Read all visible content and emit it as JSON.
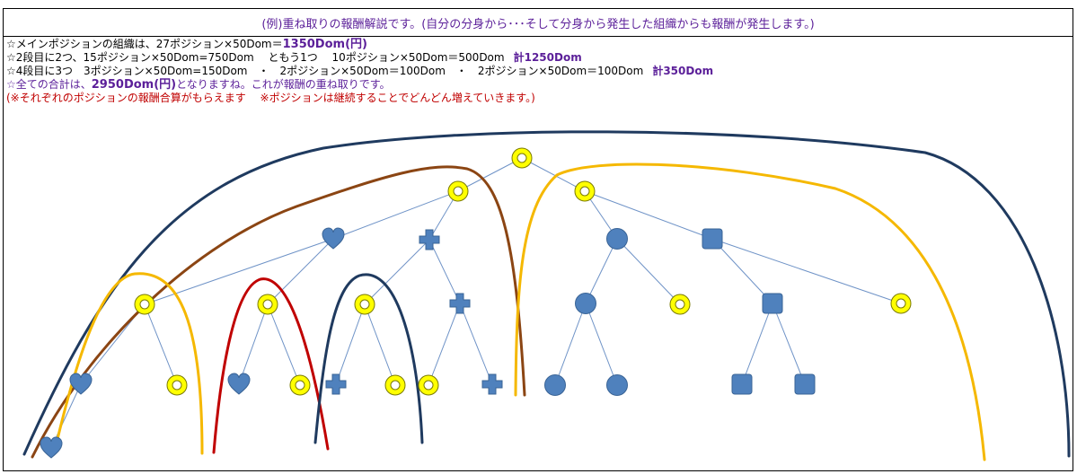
{
  "header": {
    "text": "(例)重ね取りの報酬解説です。(自分の分身から･･･そして分身から発生した組織からも報酬が発生します。)"
  },
  "lines": {
    "l1_prefix": "☆メインポジションの組織は、27ポジション×50Dom＝",
    "l1_total": "1350Dom(円)",
    "l2_text": "☆2段目に2つ、15ポジション×50Dom=750Dom　 ともう1つ　 10ポジション×50Dom＝500Dom",
    "l2_total": "計1250Dom",
    "l3_text": "☆4段目に3つ　3ポジション×50Dom=150Dom　・　2ポジション×50Dom＝100Dom　・　2ポジション×50Dom＝100Dom",
    "l3_total": "計350Dom",
    "l4_prefix": "☆全ての合計は、",
    "l4_total": "2950Dom(円)",
    "l4_suffix": "となりますね。これが報酬の重ね取りです。",
    "l5_text": "(※それぞれのポジションの報酬合算がもらえます　 ※ポジションは継続することでどんどん増えていきます。)"
  },
  "colors": {
    "node_fill": "#4f81bd",
    "node_stroke": "#3a6496",
    "ring_fill": "#ffff00",
    "edge": "#6f93c7",
    "arc_navy": "#1f3a5f",
    "arc_brown": "#8b4513",
    "arc_gold": "#f5b800",
    "arc_red": "#c00000"
  },
  "diagram": {
    "nodes": [
      {
        "id": "n0",
        "shape": "ring"
      },
      {
        "id": "n1",
        "shape": "ring"
      },
      {
        "id": "n2",
        "shape": "ring"
      },
      {
        "id": "n3",
        "shape": "heart"
      },
      {
        "id": "n4",
        "shape": "cross"
      },
      {
        "id": "n5",
        "shape": "circle"
      },
      {
        "id": "n6",
        "shape": "square"
      },
      {
        "id": "n7",
        "shape": "ring"
      },
      {
        "id": "n8",
        "shape": "ring"
      },
      {
        "id": "n9",
        "shape": "ring"
      },
      {
        "id": "n10",
        "shape": "cross"
      },
      {
        "id": "n11",
        "shape": "circle"
      },
      {
        "id": "n12",
        "shape": "ring"
      },
      {
        "id": "n13",
        "shape": "square"
      },
      {
        "id": "n14",
        "shape": "ring"
      },
      {
        "id": "n15",
        "shape": "heart"
      },
      {
        "id": "n16",
        "shape": "ring"
      },
      {
        "id": "n17",
        "shape": "heart"
      },
      {
        "id": "n18",
        "shape": "ring"
      },
      {
        "id": "n19",
        "shape": "cross"
      },
      {
        "id": "n20",
        "shape": "ring"
      },
      {
        "id": "n21",
        "shape": "ring"
      },
      {
        "id": "n22",
        "shape": "cross"
      },
      {
        "id": "n23",
        "shape": "circle"
      },
      {
        "id": "n24",
        "shape": "circle"
      },
      {
        "id": "n25",
        "shape": "square"
      },
      {
        "id": "n26",
        "shape": "square"
      },
      {
        "id": "n27",
        "shape": "heart"
      }
    ],
    "edges": [
      [
        "n0",
        "n1"
      ],
      [
        "n0",
        "n2"
      ],
      [
        "n1",
        "n3"
      ],
      [
        "n1",
        "n4"
      ],
      [
        "n2",
        "n5"
      ],
      [
        "n2",
        "n6"
      ],
      [
        "n3",
        "n7"
      ],
      [
        "n3",
        "n8"
      ],
      [
        "n4",
        "n9"
      ],
      [
        "n4",
        "n10"
      ],
      [
        "n5",
        "n11"
      ],
      [
        "n5",
        "n12"
      ],
      [
        "n6",
        "n13"
      ],
      [
        "n6",
        "n14"
      ],
      [
        "n7",
        "n15"
      ],
      [
        "n7",
        "n16"
      ],
      [
        "n8",
        "n17"
      ],
      [
        "n8",
        "n18"
      ],
      [
        "n9",
        "n19"
      ],
      [
        "n9",
        "n20"
      ],
      [
        "n10",
        "n21"
      ],
      [
        "n10",
        "n22"
      ],
      [
        "n11",
        "n23"
      ],
      [
        "n11",
        "n24"
      ],
      [
        "n13",
        "n25"
      ],
      [
        "n13",
        "n26"
      ],
      [
        "n15",
        "n27"
      ]
    ],
    "arcs": [
      {
        "id": "main-position-arc",
        "color": "navy"
      },
      {
        "id": "second-tier-left-arc",
        "color": "brown"
      },
      {
        "id": "second-tier-right-arc",
        "color": "gold"
      },
      {
        "id": "fourth-tier-arc-1",
        "color": "gold"
      },
      {
        "id": "fourth-tier-arc-2",
        "color": "red"
      },
      {
        "id": "fourth-tier-arc-3",
        "color": "navy"
      }
    ]
  }
}
